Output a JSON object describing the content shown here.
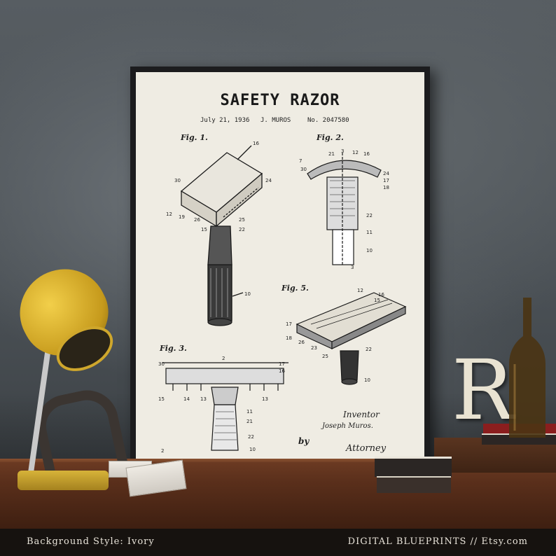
{
  "poster": {
    "title": "SAFETY RAZOR",
    "date": "July 21, 1936",
    "inventor_name": "J. MUROS",
    "patent_no": "No. 2047580",
    "figures": [
      "Fig. 1.",
      "Fig. 2.",
      "Fig. 3.",
      "Fig. 5."
    ],
    "signature": {
      "inventor_label": "Inventor",
      "inventor_sig": "Joseph Muros.",
      "by": "by",
      "attorney_sig": "Attorney"
    }
  },
  "captions": {
    "left": "Background Style: Ivory",
    "right": "DIGITAL BLUEPRINTS // Etsy.com"
  },
  "colors": {
    "paper": "#efece3",
    "ink": "#1a1a1a",
    "frame": "#1c1c1e",
    "lamp": "#e0b830",
    "desk": "#5a2f1b"
  }
}
